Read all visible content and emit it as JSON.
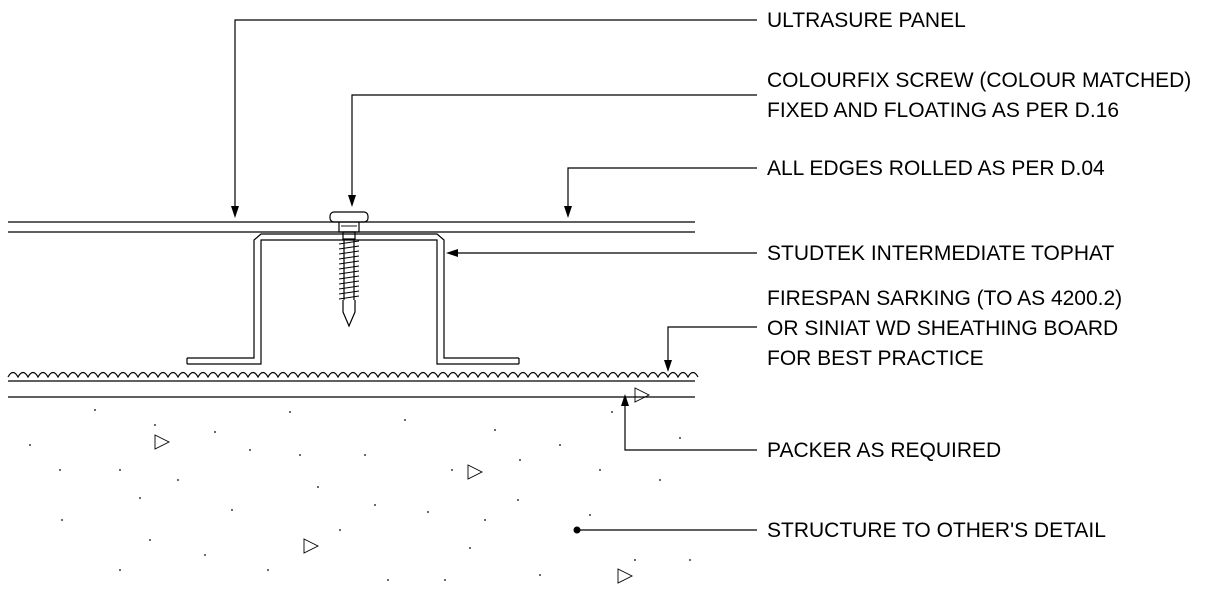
{
  "labels": {
    "panel": "ULTRASURE PANEL",
    "screw_line1": "COLOURFIX SCREW (COLOUR MATCHED)",
    "screw_line2": "FIXED AND FLOATING AS PER D.16",
    "edges": "ALL EDGES ROLLED AS PER D.04",
    "tophat": "STUDTEK INTERMEDIATE TOPHAT",
    "sarking_line1": "FIRESPAN SARKING (TO AS 4200.2)",
    "sarking_line2": "OR SINIAT WD SHEATHING BOARD",
    "sarking_line3": "FOR BEST PRACTICE",
    "packer": "PACKER AS REQUIRED",
    "structure": "STRUCTURE TO OTHER'S DETAIL"
  }
}
